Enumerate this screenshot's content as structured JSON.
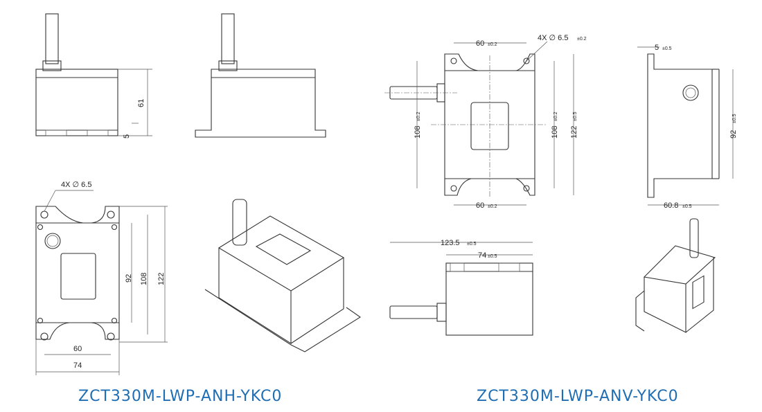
{
  "models": {
    "horizontal": "ZCT330M-LWP-ANH-YKC0",
    "vertical": "ZCT330M-LWP-ANV-YKC0"
  },
  "colors": {
    "model_label": "#1f6db3",
    "lines": "#333333"
  },
  "anh": {
    "side_height": "61",
    "base_height": "5",
    "hole_note": "4X ∅ 6.5",
    "dim_92": "92",
    "dim_108": "108",
    "dim_122": "122",
    "dim_60": "60",
    "dim_74": "74"
  },
  "anv": {
    "top_60": "60",
    "top_60_tol": "±0.2",
    "hole_note": "4X ∅ 6.5",
    "hole_tol": "±0.2",
    "left_108": "108",
    "left_108_tol": "±0.2",
    "right_108": "108",
    "right_108_tol": "±0.2",
    "right_122": "122",
    "right_122_tol": "±0.5",
    "bottom_60": "60",
    "bottom_60_tol": "±0.2",
    "side_5": "5",
    "side_5_tol": "±0.5",
    "side_92": "92",
    "side_92_tol": "±0.5",
    "side_60_8": "60.8",
    "side_60_8_tol": "±0.5",
    "len_123_5": "123.5",
    "len_123_5_tol": "±0.5",
    "len_74": "74",
    "len_74_tol": "±0.5"
  }
}
